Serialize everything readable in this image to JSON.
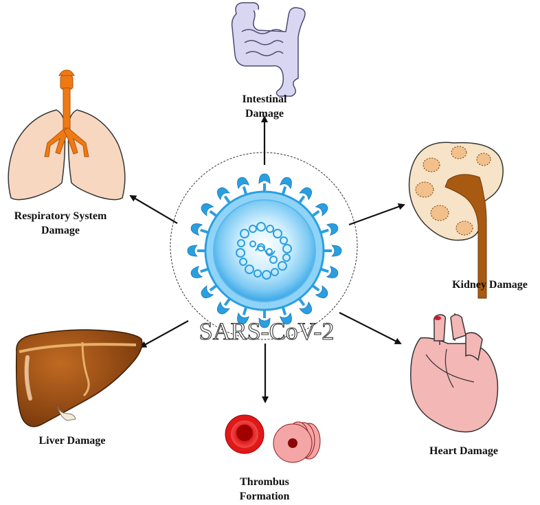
{
  "center": {
    "label": "SARS-CoV-2"
  },
  "organs": {
    "intestinal": {
      "line1": "Intestinal",
      "line2": "Damage"
    },
    "respiratory": {
      "line1": "Respiratory System",
      "line2": "Damage"
    },
    "kidney": {
      "label": "Kidney Damage"
    },
    "liver": {
      "label": "Liver Damage"
    },
    "heart": {
      "label": "Heart Damage"
    },
    "thrombus": {
      "line1": "Thrombus",
      "line2": "Formation"
    }
  },
  "colors": {
    "virus_blue": "#2a9fe0",
    "virus_light": "#cfeefe",
    "lung_fill": "#f7d7c0",
    "trachea": "#ee7a14",
    "kidney_fill": "#f7e3c7",
    "kidney_pelvis": "#a85a12",
    "liver": "#9a4d12",
    "heart": "#f3b7b6",
    "blood_red": "#e01818",
    "intestine": "#d9d6f2",
    "arrow": "#111111"
  }
}
